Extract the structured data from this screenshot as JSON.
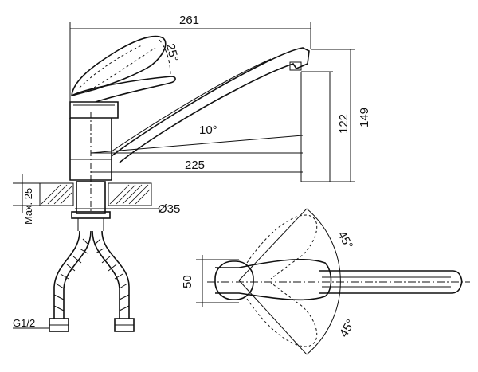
{
  "dimensions": {
    "overall_length": "261",
    "spout_reach": "225",
    "height_total": "149",
    "height_spout": "122",
    "handle_angle": "25°",
    "spout_angle": "10°",
    "mount_thickness": "Max. 25",
    "hole_diameter": "Ø35",
    "connector": "G1/2",
    "base_width": "50",
    "swivel_angle_top": "45°",
    "swivel_angle_bottom": "45°"
  }
}
